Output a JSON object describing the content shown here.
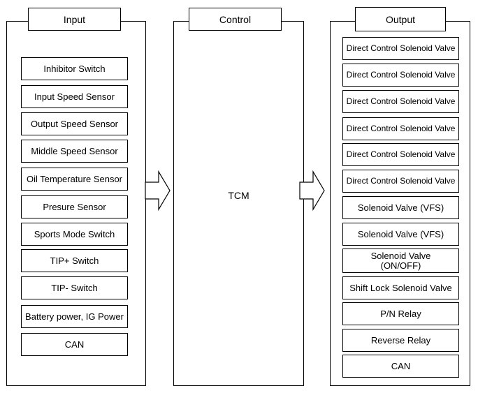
{
  "input": {
    "title": "Input",
    "items": [
      "Inhibitor Switch",
      "Input Speed Sensor",
      "Output Speed Sensor",
      "Middle Speed Sensor",
      "Oil Temperature Sensor",
      "Presure Sensor",
      "Sports Mode Switch",
      "TIP+ Switch",
      "TIP- Switch",
      "Battery power, IG Power",
      "CAN"
    ]
  },
  "control": {
    "title": "Control",
    "unit": "TCM"
  },
  "output": {
    "title": "Output",
    "items": [
      "Direct Control Solenoid Valve",
      "Direct Control Solenoid Valve",
      "Direct Control Solenoid Valve",
      "Direct Control Solenoid Valve",
      "Direct Control Solenoid Valve",
      "Direct Control Solenoid Valve",
      "Solenoid Valve (VFS)",
      "Solenoid Valve (VFS)",
      "Solenoid Valve\n(ON/OFF)",
      "Shift Lock Solenoid Valve",
      "P/N Relay",
      "Reverse Relay",
      "CAN"
    ]
  }
}
